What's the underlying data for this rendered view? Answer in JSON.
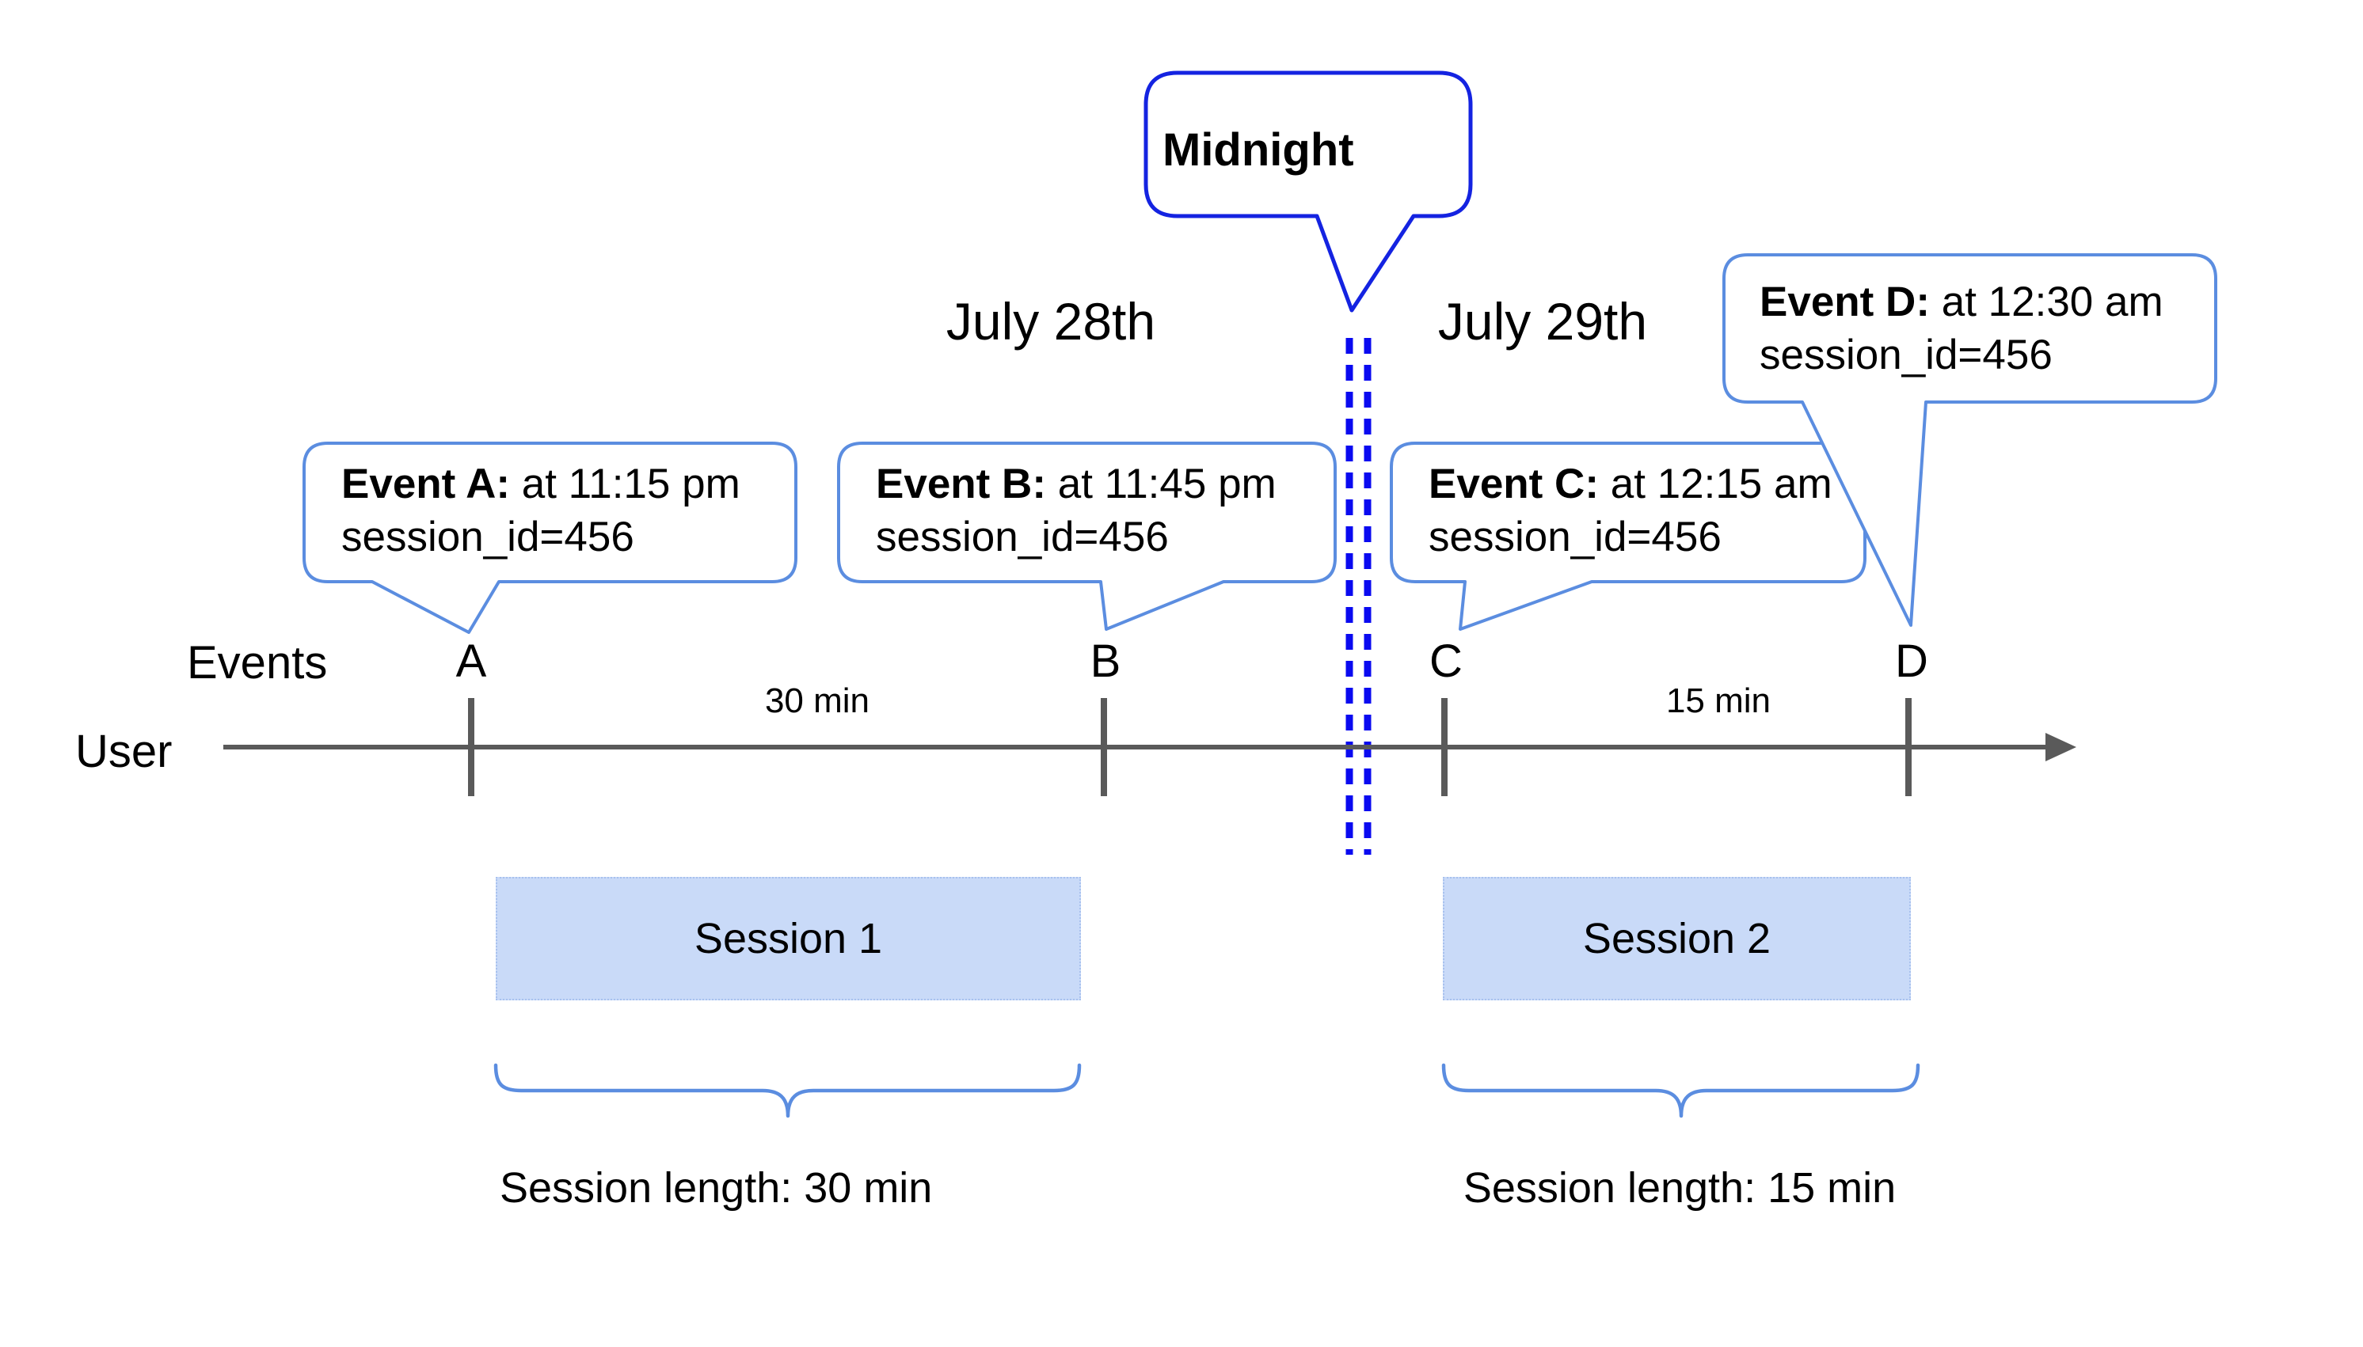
{
  "axis": {
    "events_label": "Events",
    "user_label": "User"
  },
  "dates": {
    "left": "July 28th",
    "right": "July 29th"
  },
  "midnight_label": "Midnight",
  "events": [
    {
      "letter": "A",
      "title": "Event A:",
      "time": "at 11:15 pm",
      "session": "session_id=456"
    },
    {
      "letter": "B",
      "title": "Event B:",
      "time": "at 11:45 pm",
      "session": "session_id=456"
    },
    {
      "letter": "C",
      "title": "Event C:",
      "time": "at 12:15 am",
      "session": "session_id=456"
    },
    {
      "letter": "D",
      "title": "Event D:",
      "time": "at 12:30 am",
      "session": "session_id=456"
    }
  ],
  "gaps": [
    {
      "label": "30 min"
    },
    {
      "label": "15 min"
    }
  ],
  "sessions": [
    {
      "label": "Session 1",
      "length": "Session length: 30 min"
    },
    {
      "label": "Session 2",
      "length": "Session length: 15 min"
    }
  ],
  "colors": {
    "event_bubble_border": "#5b8de0",
    "midnight_bubble_border": "#1423e1",
    "dashed_line": "#0a0af0",
    "timeline_gray": "#5a5a5a",
    "session_fill": "#c9daf8",
    "text": "#000000"
  }
}
